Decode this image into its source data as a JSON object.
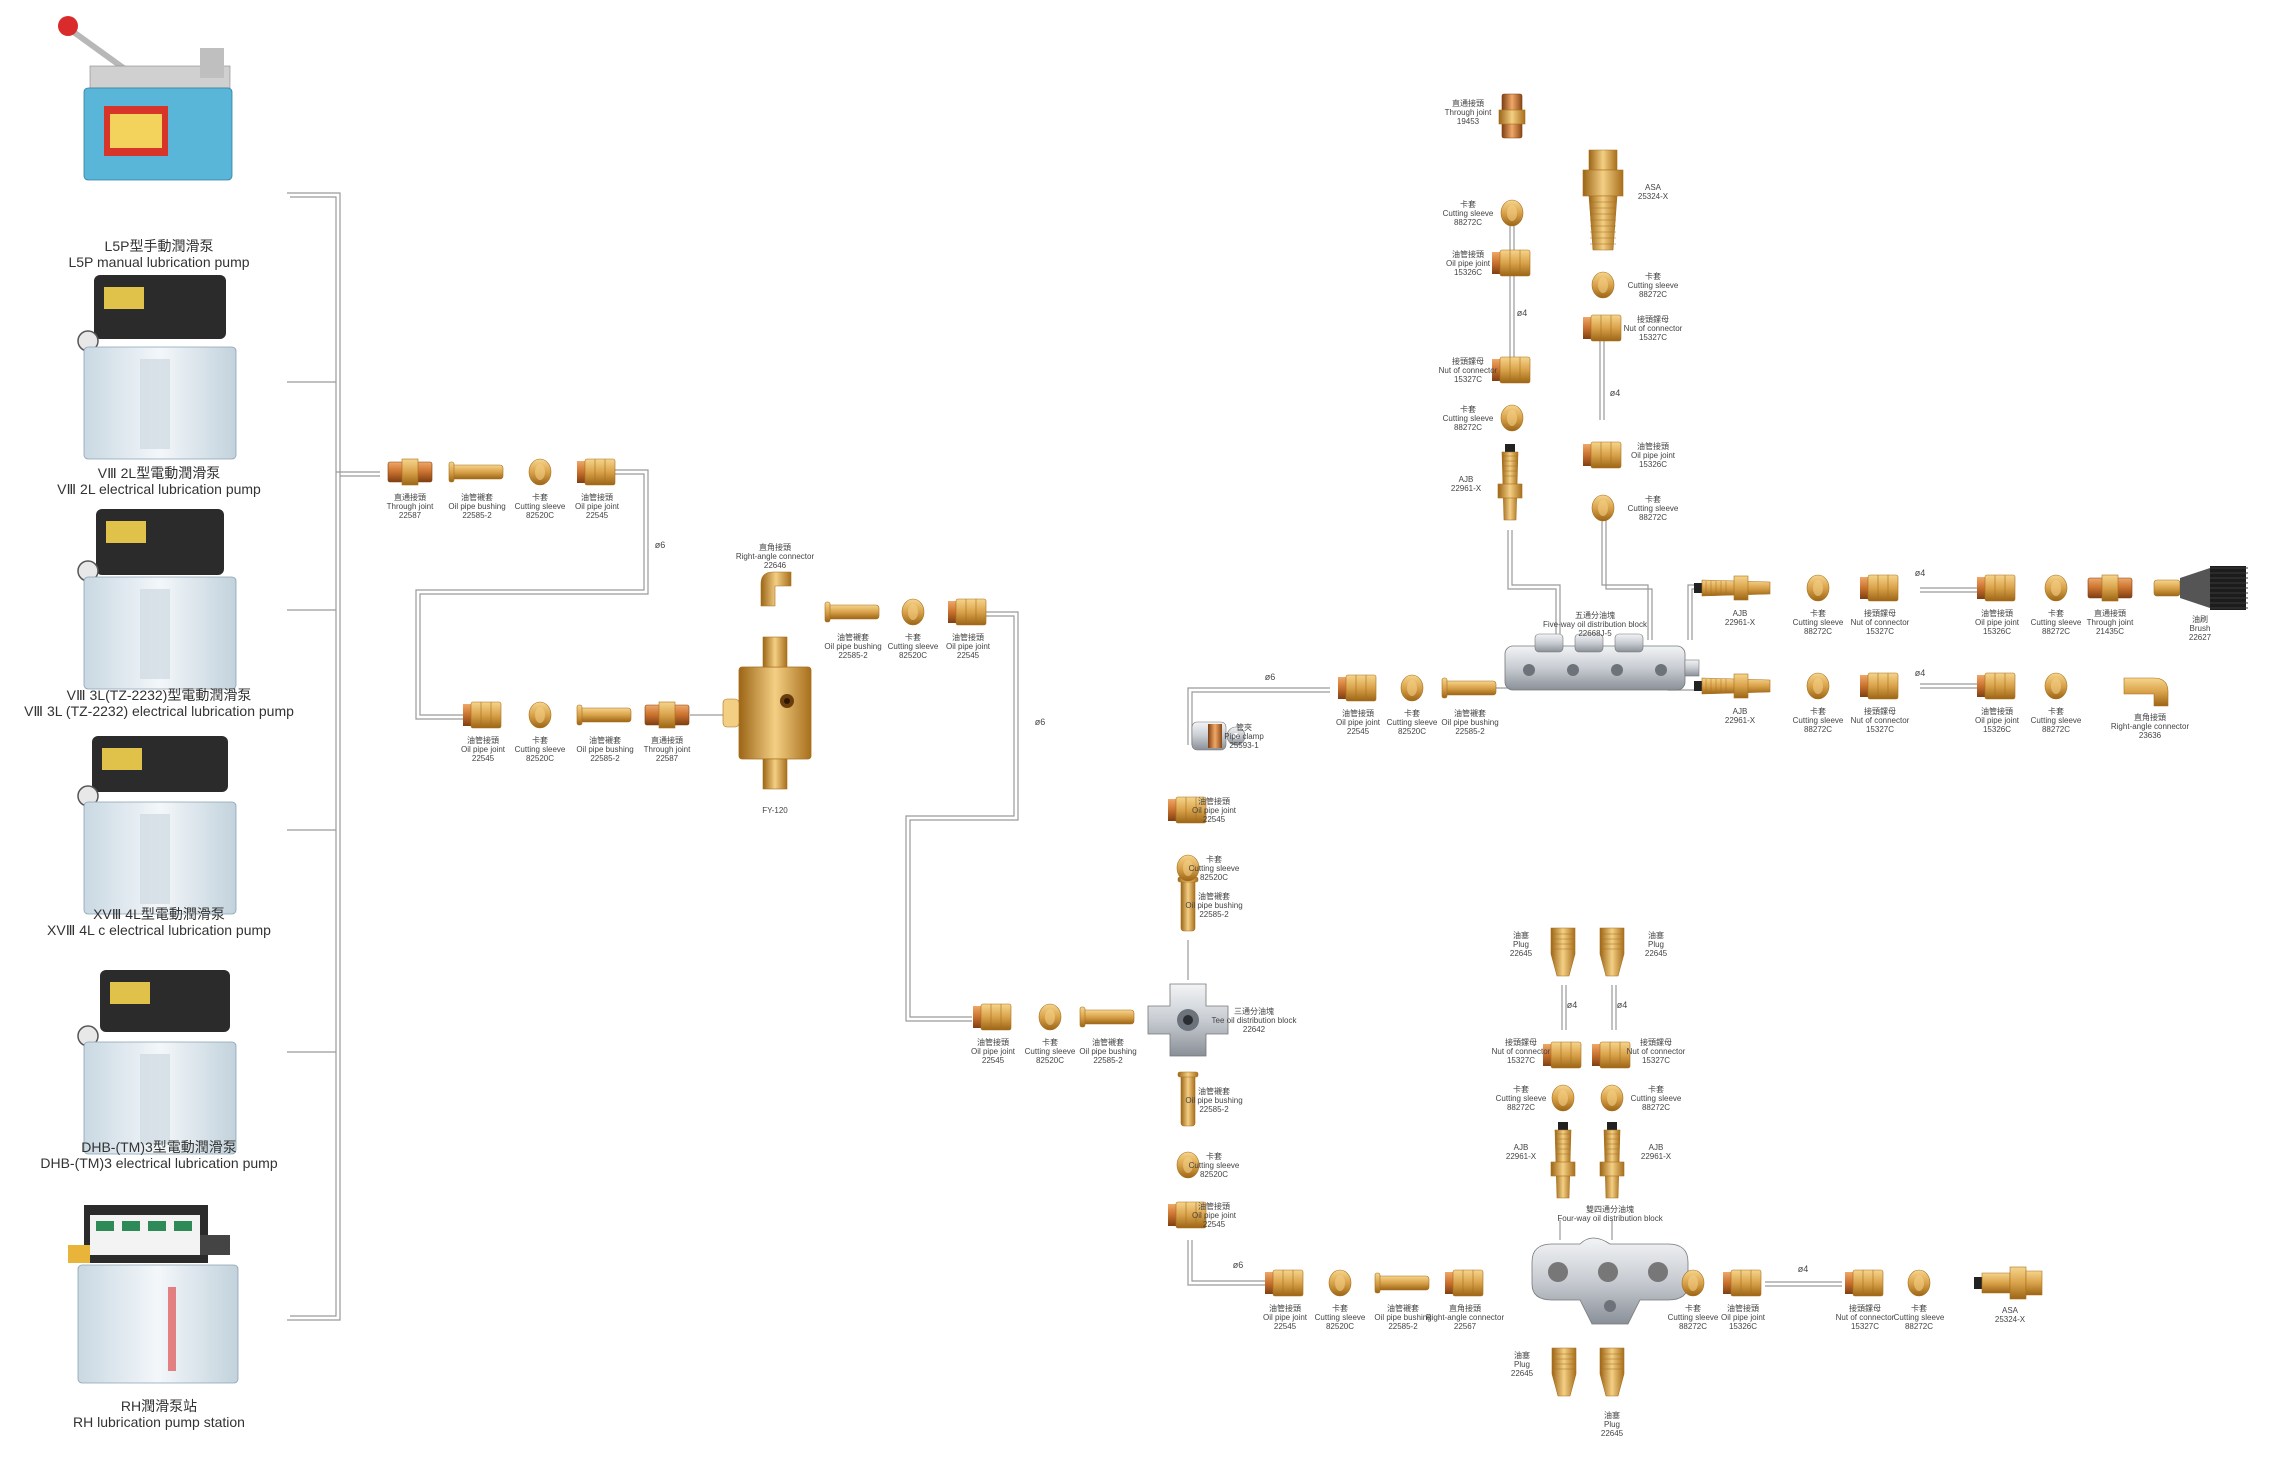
{
  "colors": {
    "brass": "#d9a24a",
    "brass_dark": "#a86f1c",
    "brass_light": "#f3cf84",
    "copper": "#c9712e",
    "steel": "#c8ccd2",
    "pump_blue": "#5ab6d8",
    "pump_clear": "#dfe9ef",
    "pump_dark": "#2b2b2b",
    "pipe": "#9a9a9a"
  },
  "pumps": [
    {
      "id": "p1",
      "zh": "L5P型手動潤滑泵",
      "en": "L5P manual lubrication pump",
      "type": "manual"
    },
    {
      "id": "p2",
      "zh": "VⅢ 2L型電動潤滑泵",
      "en": "VⅢ 2L electrical lubrication pump",
      "type": "electric"
    },
    {
      "id": "p3",
      "zh": "VⅢ 3L(TZ-2232)型電動潤滑泵",
      "en": "VⅢ 3L (TZ-2232) electrical lubrication pump",
      "type": "electric"
    },
    {
      "id": "p4",
      "zh": "XVⅢ 4L型電動潤滑泵",
      "en": "XVⅢ 4L c electrical lubrication pump",
      "type": "electric"
    },
    {
      "id": "p5",
      "zh": "DHB-(TM)3型電動潤滑泵",
      "en": "DHB-(TM)3 electrical lubrication pump",
      "type": "electric"
    },
    {
      "id": "p6",
      "zh": "RH潤滑泵站",
      "en": "RH lubrication pump station",
      "type": "station"
    }
  ],
  "dims": [
    "ø6",
    "ø6",
    "ø6",
    "ø4",
    "ø4",
    "ø4",
    "ø4",
    "ø4",
    "ø4",
    "ø6",
    "ø4"
  ],
  "parts": [
    {
      "k": "through",
      "l": [
        "直通接頭",
        "Through joint",
        "22587"
      ]
    },
    {
      "k": "bushing",
      "l": [
        "油管襯套",
        "Oil pipe bushing",
        "22585-2"
      ]
    },
    {
      "k": "sleeve",
      "l": [
        "卡套",
        "Cutting sleeve",
        "82520C"
      ]
    },
    {
      "k": "nut",
      "l": [
        "油管接頭",
        "Oil pipe joint",
        "22545"
      ]
    },
    {
      "k": "nut",
      "l": [
        "油管接頭",
        "Oil pipe joint",
        "22545"
      ]
    },
    {
      "k": "sleeve",
      "l": [
        "卡套",
        "Cutting sleeve",
        "82520C"
      ]
    },
    {
      "k": "bushing",
      "l": [
        "油管襯套",
        "Oil pipe bushing",
        "22585-2"
      ]
    },
    {
      "k": "through",
      "l": [
        "直通接頭",
        "Through joint",
        "22587"
      ]
    },
    {
      "k": "elbow",
      "l": [
        "直角接頭",
        "Right-angle connector",
        "22646"
      ]
    },
    {
      "k": "bushing",
      "l": [
        "油管襯套",
        "Oil pipe bushing",
        "22585-2"
      ]
    },
    {
      "k": "sleeve",
      "l": [
        "卡套",
        "Cutting sleeve",
        "82520C"
      ]
    },
    {
      "k": "nut",
      "l": [
        "油管接頭",
        "Oil pipe joint",
        "22545"
      ]
    },
    {
      "k": "fy",
      "l": [
        "FY-120"
      ]
    },
    {
      "k": "nut",
      "l": [
        "油管接頭",
        "Oil pipe joint",
        "22545"
      ]
    },
    {
      "k": "sleeve",
      "l": [
        "卡套",
        "Cutting sleeve",
        "82520C"
      ]
    },
    {
      "k": "bushing",
      "l": [
        "油管襯套",
        "Oil pipe bushing",
        "22585-2"
      ]
    },
    {
      "k": "tee",
      "l": [
        "三通分油塊",
        "Tee oil distribution block",
        "22642"
      ]
    },
    {
      "k": "vbushing",
      "l": [
        "油管襯套",
        "Oil pipe bushing",
        "22585-2"
      ]
    },
    {
      "k": "sleeve",
      "l": [
        "卡套",
        "Cutting sleeve",
        "82520C"
      ]
    },
    {
      "k": "nut",
      "l": [
        "油管接頭",
        "Oil pipe joint",
        "22545"
      ]
    },
    {
      "k": "nut",
      "l": [
        "油管接頭",
        "Oil pipe joint",
        "22545"
      ]
    },
    {
      "k": "sleeve",
      "l": [
        "卡套",
        "Cutting sleeve",
        "82520C"
      ]
    },
    {
      "k": "vbushing",
      "l": [
        "油管襯套",
        "Oil pipe bushing",
        "22585-2"
      ]
    },
    {
      "k": "clamp",
      "l": [
        "管夾",
        "Pipe clamp",
        "25593-1"
      ]
    },
    {
      "k": "nut",
      "l": [
        "油管接頭",
        "Oil pipe joint",
        "22545"
      ]
    },
    {
      "k": "sleeve",
      "l": [
        "卡套",
        "Cutting sleeve",
        "82520C"
      ]
    },
    {
      "k": "bushing",
      "l": [
        "油管襯套",
        "Oil pipe bushing",
        "22585-2"
      ]
    },
    {
      "k": "fiveway",
      "l": [
        "五通分油塊",
        "Five-way oil distribution block",
        "22668J-5"
      ]
    },
    {
      "k": "vthrough",
      "l": [
        "直通接頭",
        "Through joint",
        "19453"
      ]
    },
    {
      "k": "sleeve",
      "l": [
        "卡套",
        "Cutting sleeve",
        "88272C"
      ]
    },
    {
      "k": "nut",
      "l": [
        "油管接頭",
        "Oil pipe joint",
        "15326C"
      ]
    },
    {
      "k": "nut",
      "l": [
        "接頭鏍母",
        "Nut of connector",
        "15327C"
      ]
    },
    {
      "k": "sleeve",
      "l": [
        "卡套",
        "Cutting sleeve",
        "88272C"
      ]
    },
    {
      "k": "ajbv",
      "l": [
        "AJB",
        "22961-X"
      ]
    },
    {
      "k": "asa",
      "l": [
        "ASA",
        "25324-X"
      ]
    },
    {
      "k": "sleeve",
      "l": [
        "卡套",
        "Cutting sleeve",
        "88272C"
      ]
    },
    {
      "k": "nut",
      "l": [
        "接頭鏍母",
        "Nut of connector",
        "15327C"
      ]
    },
    {
      "k": "nut",
      "l": [
        "油管接頭",
        "Oil pipe joint",
        "15326C"
      ]
    },
    {
      "k": "sleeve",
      "l": [
        "卡套",
        "Cutting sleeve",
        "88272C"
      ]
    },
    {
      "k": "ajbh",
      "l": [
        "AJB",
        "22961-X"
      ]
    },
    {
      "k": "sleeve",
      "l": [
        "卡套",
        "Cutting sleeve",
        "88272C"
      ]
    },
    {
      "k": "nut",
      "l": [
        "接頭鏍母",
        "Nut of connector",
        "15327C"
      ]
    },
    {
      "k": "nut",
      "l": [
        "油管接頭",
        "Oil pipe joint",
        "15326C"
      ]
    },
    {
      "k": "sleeve",
      "l": [
        "卡套",
        "Cutting sleeve",
        "88272C"
      ]
    },
    {
      "k": "through",
      "l": [
        "直通接頭",
        "Through joint",
        "21435C"
      ]
    },
    {
      "k": "brush",
      "l": [
        "油刷",
        "Brush",
        "22627"
      ]
    },
    {
      "k": "ajbh",
      "l": [
        "AJB",
        "22961-X"
      ]
    },
    {
      "k": "sleeve",
      "l": [
        "卡套",
        "Cutting sleeve",
        "88272C"
      ]
    },
    {
      "k": "nut",
      "l": [
        "接頭鏍母",
        "Nut of connector",
        "15327C"
      ]
    },
    {
      "k": "nut",
      "l": [
        "油管接頭",
        "Oil pipe joint",
        "15326C"
      ]
    },
    {
      "k": "sleeve",
      "l": [
        "卡套",
        "Cutting sleeve",
        "88272C"
      ]
    },
    {
      "k": "elbow2",
      "l": [
        "直角接頭",
        "Right-angle connector",
        "23636"
      ]
    },
    {
      "k": "plug",
      "l": [
        "油塞",
        "Plug",
        "22645"
      ]
    },
    {
      "k": "plug",
      "l": [
        "油塞",
        "Plug",
        "22645"
      ]
    },
    {
      "k": "nut",
      "l": [
        "接頭鏍母",
        "Nut of connector",
        "15327C"
      ]
    },
    {
      "k": "nut",
      "l": [
        "接頭鏍母",
        "Nut of connector",
        "15327C"
      ]
    },
    {
      "k": "sleeve",
      "l": [
        "卡套",
        "Cutting sleeve",
        "88272C"
      ]
    },
    {
      "k": "sleeve",
      "l": [
        "卡套",
        "Cutting sleeve",
        "88272C"
      ]
    },
    {
      "k": "ajbv",
      "l": [
        "AJB",
        "22961-X"
      ]
    },
    {
      "k": "ajbv",
      "l": [
        "AJB",
        "22961-X"
      ]
    },
    {
      "k": "fourway",
      "l": [
        "雙四通分油塊",
        "Four-way oil distribution block"
      ]
    },
    {
      "k": "nut",
      "l": [
        "油管接頭",
        "Oil pipe joint",
        "22545"
      ]
    },
    {
      "k": "sleeve",
      "l": [
        "卡套",
        "Cutting sleeve",
        "82520C"
      ]
    },
    {
      "k": "bushing",
      "l": [
        "油管襯套",
        "Oil pipe bushing",
        "22585-2"
      ]
    },
    {
      "k": "nut",
      "l": [
        "直角接頭",
        "Right-angle connector",
        "22567"
      ]
    },
    {
      "k": "sleeve",
      "l": [
        "卡套",
        "Cutting sleeve",
        "88272C"
      ]
    },
    {
      "k": "nut",
      "l": [
        "油管接頭",
        "Oil pipe joint",
        "15326C"
      ]
    },
    {
      "k": "nut",
      "l": [
        "接頭鏍母",
        "Nut of connector",
        "15327C"
      ]
    },
    {
      "k": "sleeve",
      "l": [
        "卡套",
        "Cutting sleeve",
        "88272C"
      ]
    },
    {
      "k": "asah",
      "l": [
        "ASA",
        "25324-X"
      ]
    },
    {
      "k": "plug",
      "l": [
        "油塞",
        "Plug",
        "22645"
      ]
    },
    {
      "k": "plug",
      "l": [
        "油塞",
        "Plug",
        "22645"
      ]
    }
  ]
}
